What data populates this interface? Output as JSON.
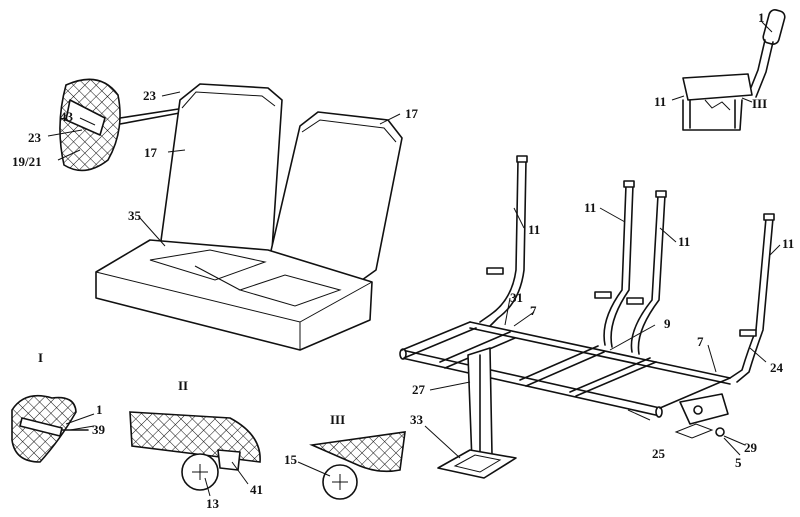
{
  "labels": {
    "l_1_top": "1",
    "l_11_inset_left": "11",
    "l_111_inset": "III",
    "l_23_top": "23",
    "l_43": "43",
    "l_23_left": "23",
    "l_19_21": "19/21",
    "l_17_left": "17",
    "l_17_right": "17",
    "l_35": "35",
    "l_11_a": "11",
    "l_11_b": "11",
    "l_11_c": "11",
    "l_11_d": "11",
    "l_31": "31",
    "l_7_a": "7",
    "l_9": "9",
    "l_7_b": "7",
    "l_24": "24",
    "l_27": "27",
    "l_33": "33",
    "l_25": "25",
    "l_29": "29",
    "l_5": "5",
    "roman_I": "I",
    "l_1_detail": "1",
    "l_39": "39",
    "roman_II": "II",
    "l_41": "41",
    "l_13": "13",
    "roman_III": "III",
    "l_15": "15"
  }
}
